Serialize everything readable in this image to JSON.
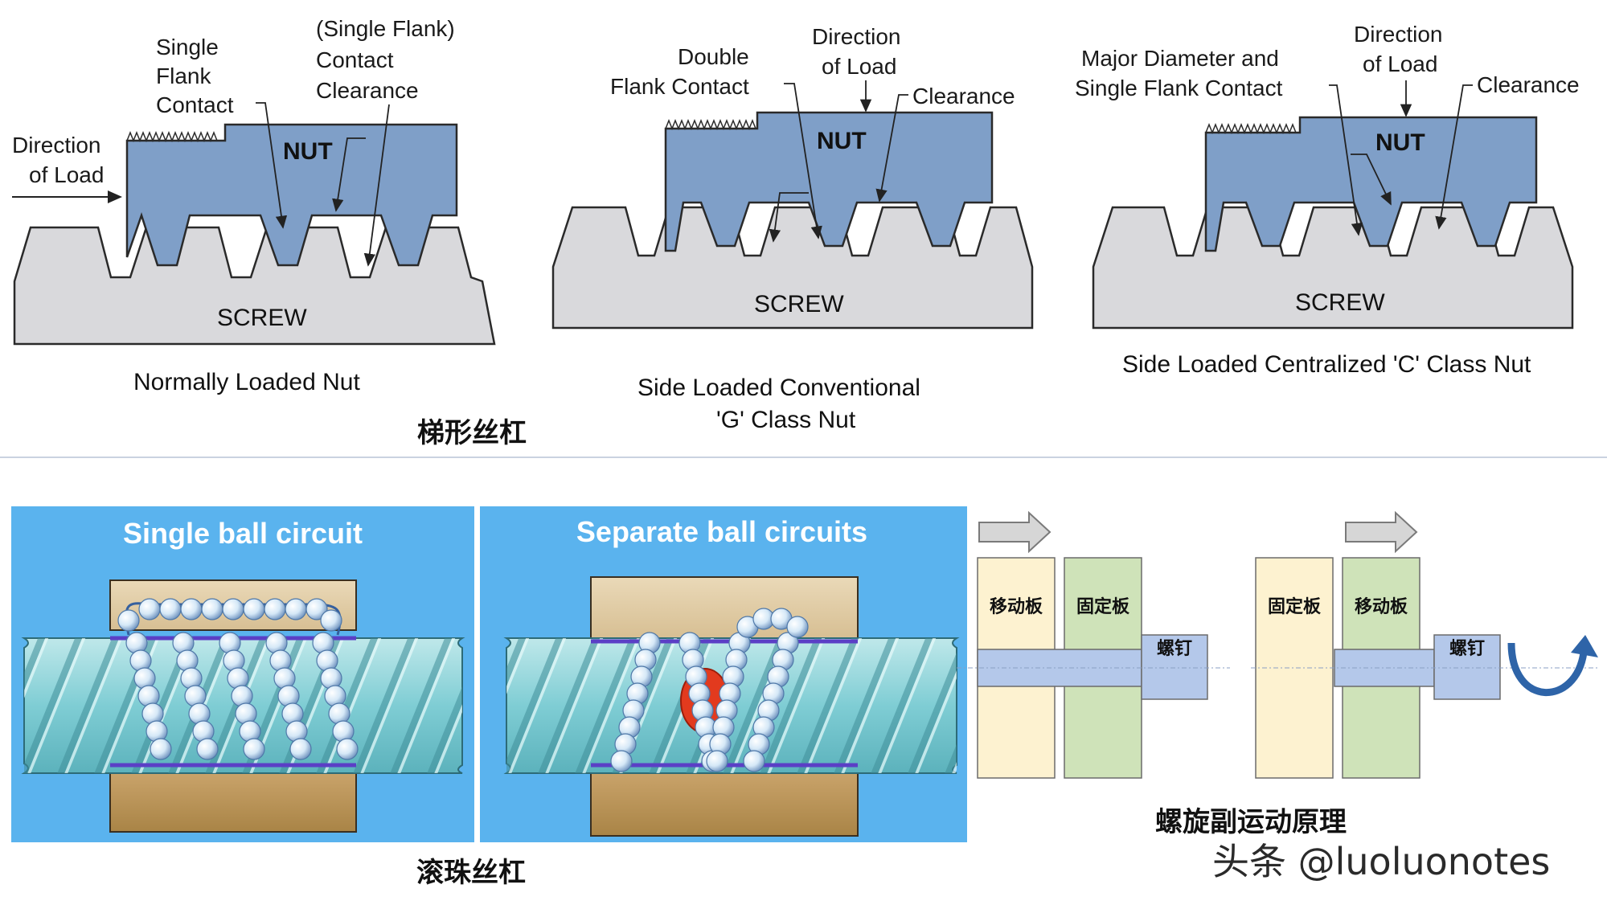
{
  "trapezoidal": {
    "section_title": "梯形丝杠",
    "diagrams": [
      {
        "caption": "Normally Loaded Nut",
        "labels": [
          "Single",
          "Flank",
          "Contact",
          "(Single Flank)",
          "Contact",
          "Clearance",
          "Direction",
          "of Load"
        ],
        "nut": "NUT",
        "screw": "SCREW"
      },
      {
        "caption_line1": "Side Loaded Conventional",
        "caption_line2": "'G' Class Nut",
        "labels": [
          "Double",
          "Flank Contact",
          "Direction",
          "of Load",
          "Clearance"
        ],
        "nut": "NUT",
        "screw": "SCREW"
      },
      {
        "caption": "Side Loaded Centralized 'C' Class Nut",
        "labels": [
          "Major Diameter and",
          "Single Flank Contact",
          "Direction",
          "of Load",
          "Clearance"
        ],
        "nut": "NUT",
        "screw": "SCREW"
      }
    ]
  },
  "ballscrew": {
    "section_title": "滚珠丝杠",
    "panels": [
      {
        "title": "Single ball circuit"
      },
      {
        "title": "Separate ball circuits"
      }
    ]
  },
  "principle": {
    "section_title": "螺旋副运动原理",
    "left": {
      "moving_plate": "移动板",
      "fixed_plate": "固定板",
      "screw": "螺钉"
    },
    "right": {
      "fixed_plate": "固定板",
      "moving_plate": "移动板",
      "screw": "螺钉"
    }
  },
  "watermark": "头条 @luoluonotes",
  "colors": {
    "nut": "#7f9fc8",
    "screw": "#d9d9dc",
    "panel_bg": "#5ab3ee",
    "moving": "#fdf2d0",
    "fixed": "#cfe3b9",
    "screwbox": "#b4c8ea",
    "arrow": "#2e64a8"
  }
}
